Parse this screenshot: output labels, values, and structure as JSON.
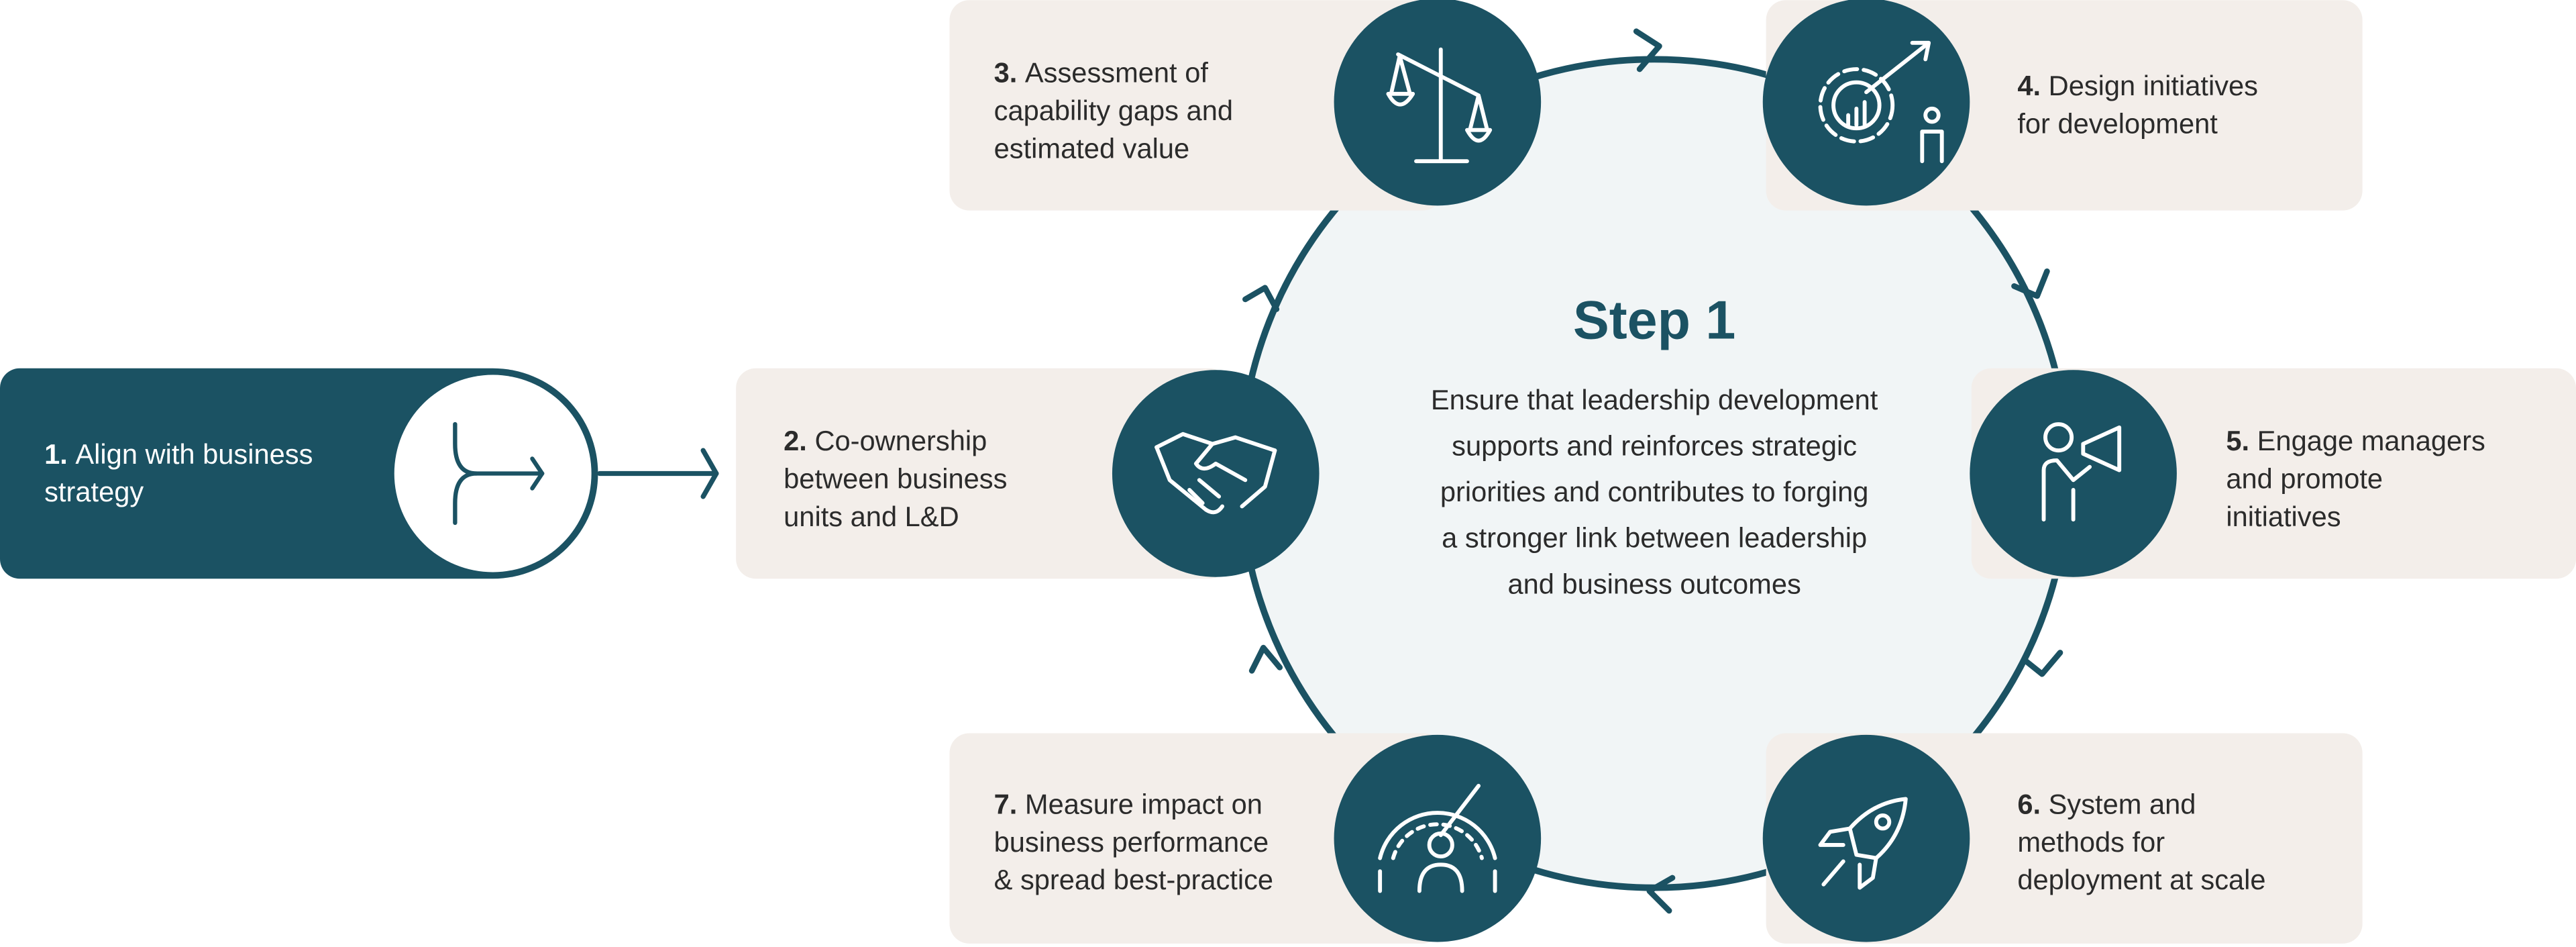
{
  "colors": {
    "teal": "#1b5263",
    "beige": "#f3eeea",
    "center_fill": "#f1f5f6",
    "text": "#2b2b2b"
  },
  "center": {
    "title": "Step 1",
    "lines": [
      "Ensure that leadership development",
      "supports and reinforces strategic",
      "priorities and contributes to forging",
      "a stronger link between leadership",
      "and business outcomes"
    ]
  },
  "steps": [
    {
      "num": "1.",
      "lines": [
        "Align with business",
        "strategy"
      ],
      "icon": "merge-arrow-icon"
    },
    {
      "num": "2.",
      "lines": [
        "Co-ownership",
        "between business",
        "units and L&D"
      ],
      "icon": "handshake-icon"
    },
    {
      "num": "3.",
      "lines": [
        "Assessment of",
        "capability gaps and",
        "estimated value"
      ],
      "icon": "balance-scale-icon"
    },
    {
      "num": "4.",
      "lines": [
        "Design initiatives",
        "for development"
      ],
      "icon": "gear-growth-icon"
    },
    {
      "num": "5.",
      "lines": [
        "Engage managers",
        "and promote",
        "initiatives"
      ],
      "icon": "megaphone-person-icon"
    },
    {
      "num": "6.",
      "lines": [
        "System and",
        "methods for",
        "deployment at scale"
      ],
      "icon": "rocket-icon"
    },
    {
      "num": "7.",
      "lines": [
        "Measure impact on",
        "business performance",
        "& spread best-practice"
      ],
      "icon": "gauge-person-icon"
    }
  ]
}
